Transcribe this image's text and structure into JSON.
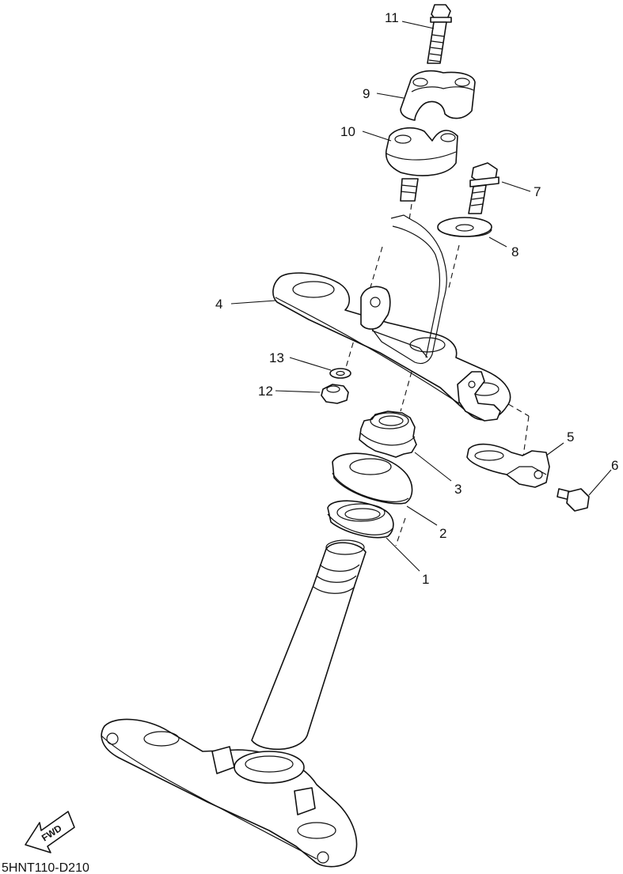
{
  "callouts": [
    "1",
    "2",
    "3",
    "4",
    "5",
    "6",
    "7",
    "8",
    "9",
    "10",
    "11",
    "12",
    "13"
  ],
  "direction_label": "FWD",
  "diagram_code": "5HNT110-D210"
}
